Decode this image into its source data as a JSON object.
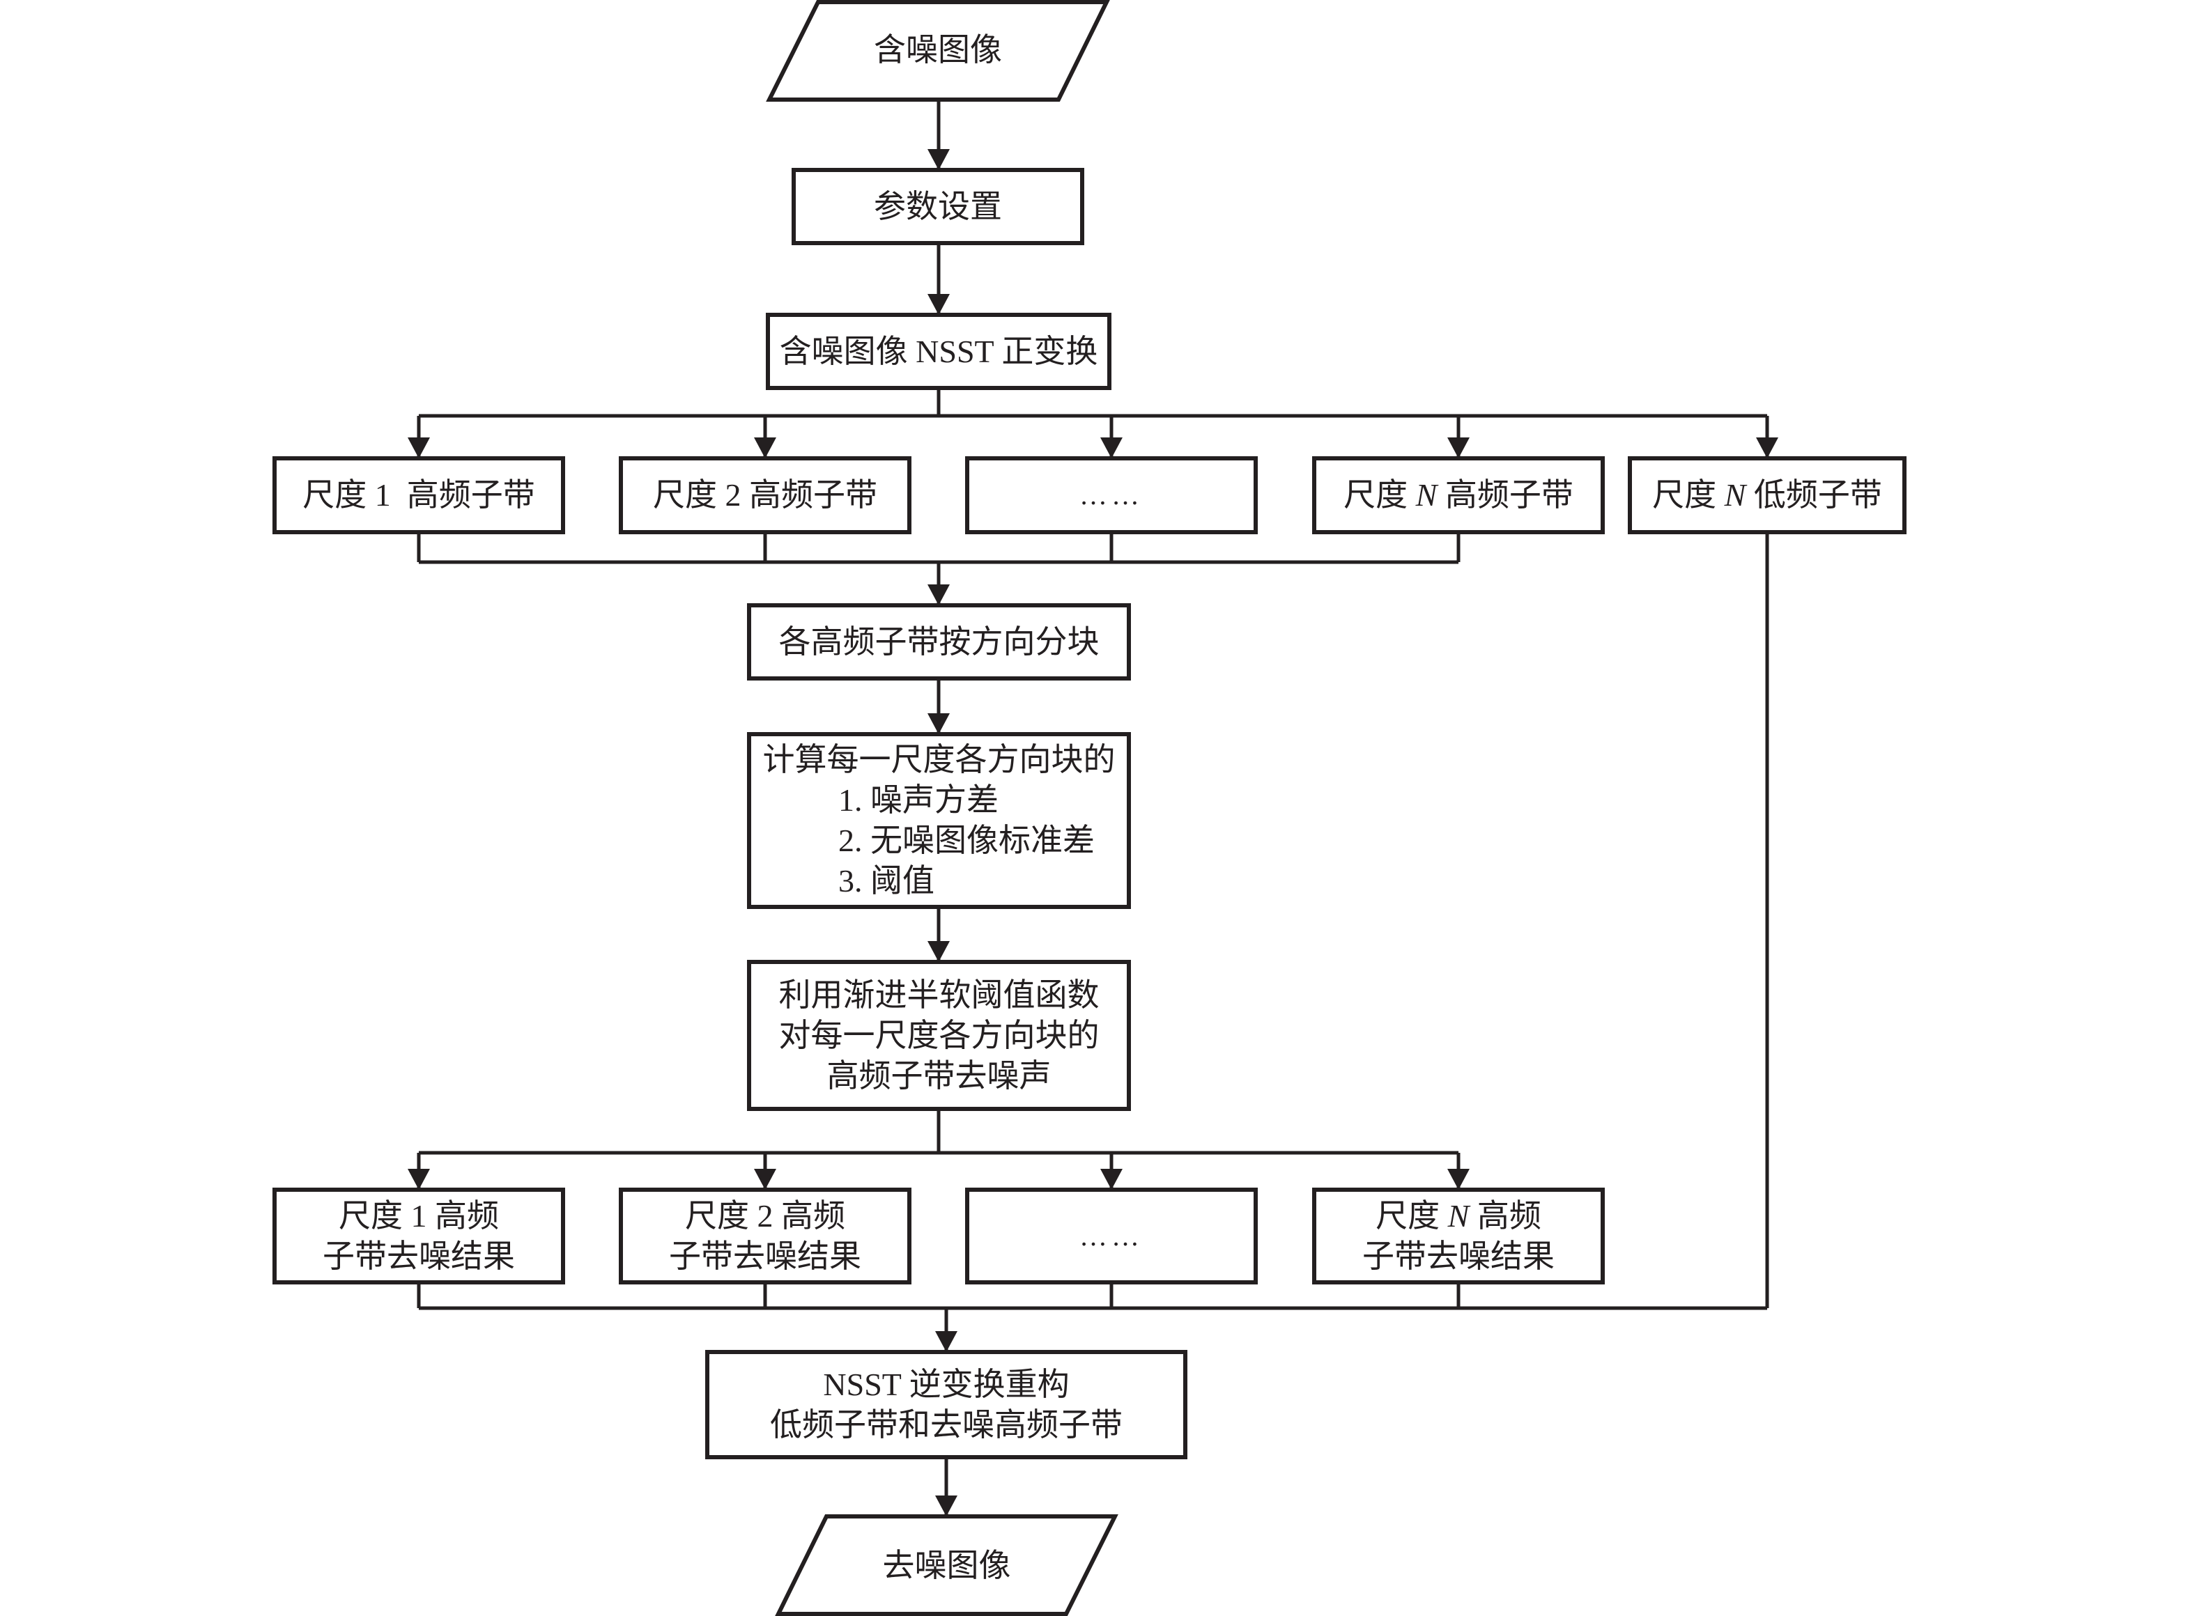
{
  "diagram": {
    "type": "flowchart",
    "colors": {
      "stroke": "#231f20",
      "fill": "#ffffff",
      "text": "#231f20"
    },
    "nodes": {
      "input_image": {
        "shape": "parallelogram",
        "lines": [
          "含噪图像"
        ]
      },
      "param_setting": {
        "shape": "rect",
        "lines": [
          "参数设置"
        ]
      },
      "nsst_forward": {
        "shape": "rect",
        "lines": [
          "含噪图像 NSST 正变换"
        ]
      },
      "scale1_high": {
        "shape": "rect",
        "lines": [
          "尺度 1  高频子带"
        ]
      },
      "scale2_high": {
        "shape": "rect",
        "lines": [
          "尺度 2 高频子带"
        ]
      },
      "ellipsis_top": {
        "shape": "rect",
        "lines": [
          "……"
        ]
      },
      "scaleN_high": {
        "shape": "rect",
        "prefix": "尺度 ",
        "var": "N",
        "suffix": " 高频子带"
      },
      "scaleN_low": {
        "shape": "rect",
        "prefix": "尺度 ",
        "var": "N",
        "suffix": " 低频子带"
      },
      "directional_blocks": {
        "shape": "rect",
        "lines": [
          "各高频子带按方向分块"
        ]
      },
      "compute": {
        "shape": "rect",
        "lines": [
          "计算每一尺度各方向块的",
          "1. 噪声方差",
          "2. 无噪图像标准差",
          "3. 阈值"
        ]
      },
      "denoise": {
        "shape": "rect",
        "lines": [
          "利用渐进半软阈值函数",
          "对每一尺度各方向块的",
          "高频子带去噪声"
        ]
      },
      "scale1_result": {
        "shape": "rect",
        "lines": [
          "尺度 1 高频",
          "子带去噪结果"
        ]
      },
      "scale2_result": {
        "shape": "rect",
        "lines": [
          "尺度 2 高频",
          "子带去噪结果"
        ]
      },
      "ellipsis_bottom": {
        "shape": "rect",
        "lines": [
          "……"
        ]
      },
      "scaleN_result": {
        "shape": "rect",
        "line1_prefix": "尺度 ",
        "var": "N",
        "line1_suffix": " 高频",
        "line2": "子带去噪结果"
      },
      "nsst_inverse": {
        "shape": "rect",
        "lines": [
          "NSST 逆变换重构",
          "低频子带和去噪高频子带"
        ]
      },
      "output_image": {
        "shape": "parallelogram",
        "lines": [
          "去噪图像"
        ]
      }
    },
    "edges": [
      [
        "input_image",
        "param_setting"
      ],
      [
        "param_setting",
        "nsst_forward"
      ],
      [
        "nsst_forward",
        "scale1_high"
      ],
      [
        "nsst_forward",
        "scale2_high"
      ],
      [
        "nsst_forward",
        "ellipsis_top"
      ],
      [
        "nsst_forward",
        "scaleN_high"
      ],
      [
        "nsst_forward",
        "scaleN_low"
      ],
      [
        "scale1_high",
        "directional_blocks"
      ],
      [
        "scale2_high",
        "directional_blocks"
      ],
      [
        "ellipsis_top",
        "directional_blocks"
      ],
      [
        "scaleN_high",
        "directional_blocks"
      ],
      [
        "directional_blocks",
        "compute"
      ],
      [
        "compute",
        "denoise"
      ],
      [
        "denoise",
        "scale1_result"
      ],
      [
        "denoise",
        "scale2_result"
      ],
      [
        "denoise",
        "ellipsis_bottom"
      ],
      [
        "denoise",
        "scaleN_result"
      ],
      [
        "scale1_result",
        "nsst_inverse"
      ],
      [
        "scale2_result",
        "nsst_inverse"
      ],
      [
        "ellipsis_bottom",
        "nsst_inverse"
      ],
      [
        "scaleN_result",
        "nsst_inverse"
      ],
      [
        "scaleN_low",
        "nsst_inverse"
      ],
      [
        "nsst_inverse",
        "output_image"
      ]
    ]
  }
}
